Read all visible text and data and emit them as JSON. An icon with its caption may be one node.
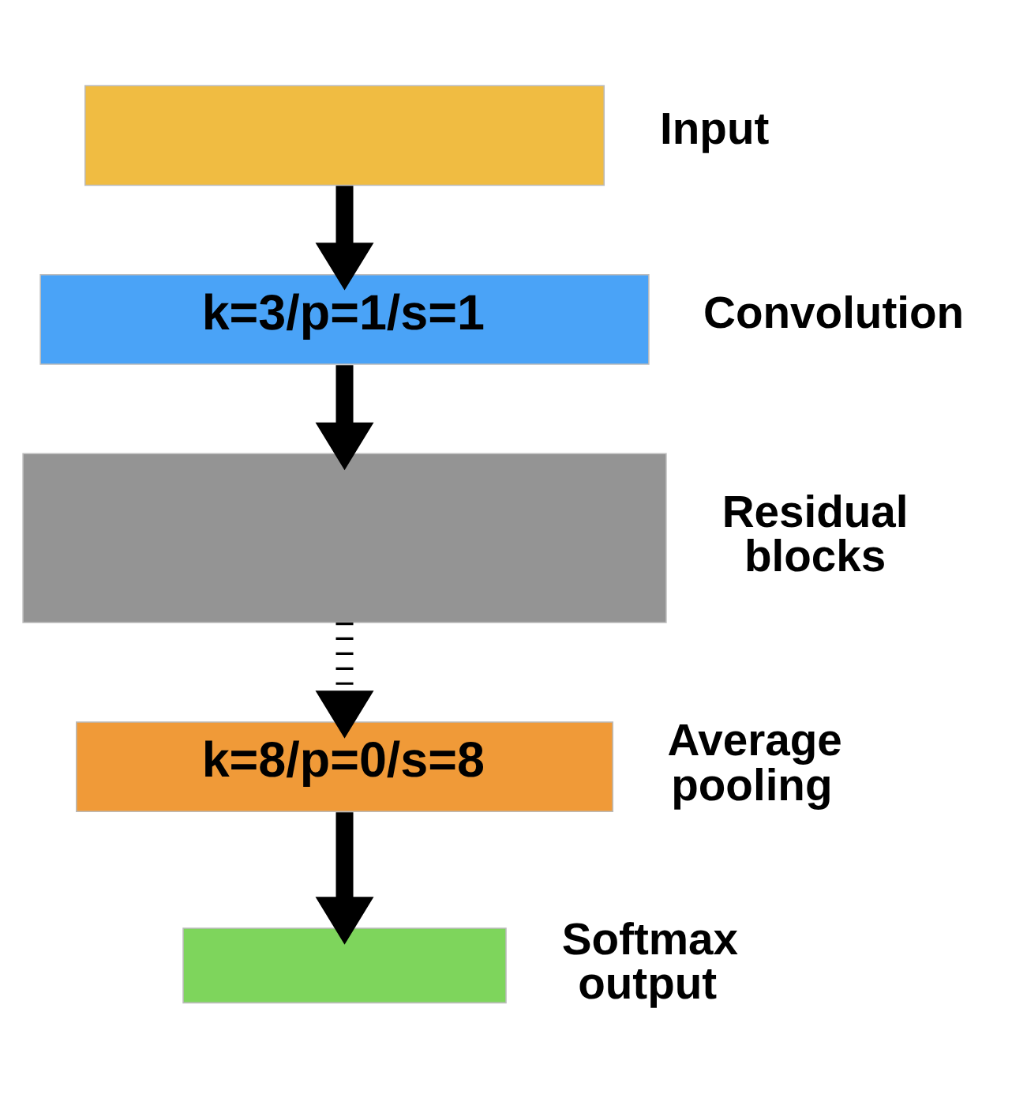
{
  "diagram": {
    "nodes": [
      {
        "text": [],
        "shape": "box",
        "beside": [
          "Input"
        ]
      },
      {
        "text": [
          "k=3/p=1/s=1"
        ],
        "beside": [
          "Convolution"
        ]
      },
      {
        "text": [],
        "shape": "box",
        "beside": [
          "Residual blocks"
        ]
      },
      {
        "text": [
          "k=8/p=0/s=8"
        ],
        "beside": [
          "Average pooling"
        ]
      },
      {
        "text": [],
        "shape": "box",
        "beside": [
          "Softmax output"
        ]
      }
    ],
    "edges": [
      {
        "from": 0,
        "to": 1,
        "arrow": "to"
      },
      {
        "from": 1,
        "to": 2,
        "arrow": "to"
      },
      {
        "from": 2,
        "to": 3,
        "arrow": "to",
        "style": "dashed"
      },
      {
        "from": 3,
        "to": 4,
        "arrow": "to"
      }
    ]
  }
}
